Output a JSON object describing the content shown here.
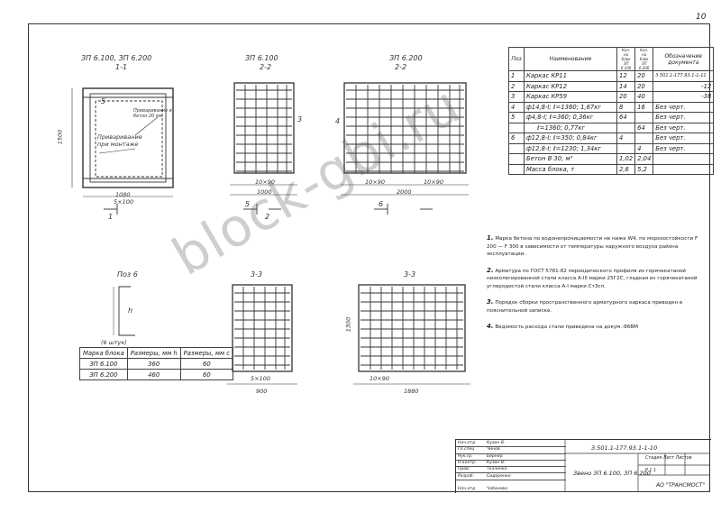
{
  "page_number": "10",
  "views": {
    "v1_title": "ЗП 6.100, ЗП 6.200",
    "v1_section": "1-1",
    "v2_title": "ЗП 6.100",
    "v2_section": "2-2",
    "v3_title": "ЗП 6.200",
    "v3_section": "2-2",
    "v4_section": "3-3",
    "v5_section": "3-3",
    "pos6_label": "Поз 6",
    "pos6_note": "(6 штук)",
    "cut_label_1": "1",
    "cut_label_2": "2",
    "cut_label_5": "5",
    "cut_label_6": "6",
    "callout_3": "3",
    "callout_4": "4",
    "callout_5": "5",
    "callout_h": "h",
    "v1_note": "Приваривание при монтаже",
    "v1_frame_note": "Приваривание в бетон 20 мм",
    "dims": {
      "d_1080": "1080",
      "d_5x100": "5×100",
      "d_1000": "1000",
      "d_10x90": "10×90",
      "d_2000": "2000",
      "d_10x90b": "10×90",
      "d_10x90c": "10×90",
      "d_1500": "1500",
      "d_5x100b": "5×100",
      "d_10x90d": "10×90",
      "d_1880": "1880",
      "d_900": "900",
      "d_1300": "1300"
    }
  },
  "spec_table": {
    "headers": [
      "Поз",
      "Наименование",
      "Кол. на блок ЗП 6.100",
      "Кол. на блок ЗП 6.200",
      "Обозначение документа"
    ],
    "rows": [
      [
        "1",
        "Каркас КР11",
        "12",
        "20",
        "3.501.1-177.93.1-1-11"
      ],
      [
        "2",
        "Каркас КР12",
        "14",
        "20",
        "-12"
      ],
      [
        "3",
        "Каркас КР59",
        "20",
        "40",
        "-38"
      ],
      [
        "4",
        "ф14,8-I; ℓ=1380; 1,67кг",
        "8",
        "16",
        "Без черт."
      ],
      [
        "5",
        "ф4,8-I; ℓ=360; 0,36кг",
        "64",
        "",
        "Без черт."
      ],
      [
        "",
        "ℓ=1360; 0,77кг",
        "",
        "64",
        "Без черт."
      ],
      [
        "6",
        "ф12,8-I; ℓ=350; 0,84кг",
        "4",
        "",
        "Без черт."
      ],
      [
        "",
        "ф12,8-I; ℓ=1230; 1,34кг",
        "",
        "4",
        "Без черт."
      ],
      [
        "",
        "Бетон В 30, м³",
        "1,02",
        "2,04",
        ""
      ],
      [
        "",
        "Масса блока, т",
        "2,6",
        "5,2",
        ""
      ]
    ]
  },
  "notes": [
    {
      "num": "1.",
      "text": "Марка бетона по водонепроницаемости не ниже W4, по морозостойкости F 200 — F 300 в зависимости от температуры наружного воздуха района эксплуатации."
    },
    {
      "num": "2.",
      "text": "Арматура по ГОСТ 5781-82 периодического профиля из горячекатаной низколегированной стали класса А-III марки 25Г2С, гладкая из горячекатаной углеродистой стали класса А-I марки Ст3сп."
    },
    {
      "num": "3.",
      "text": "Порядок сборки пространственного арматурного каркаса приведен в пояснительной записке."
    },
    {
      "num": "4.",
      "text": "Ведомость расхода стали приведена на докум.-86ВМ"
    }
  ],
  "mini_table": {
    "headers": [
      "Марка блока",
      "Размеры, мм h",
      "Размеры, мм с"
    ],
    "rows": [
      [
        "ЗП 6.100",
        "360",
        "60"
      ],
      [
        "ЗП 6.200",
        "460",
        "60"
      ]
    ]
  },
  "title_block": {
    "code": "3.501.1-177.93.1-1-10",
    "description": "Звено ЗП 6.100, ЗП 6.200",
    "stage_label": "Стадия  Лист  Листов",
    "stage_value": "Р    1    1",
    "org": "АО \"ТРАНСМОСТ\"",
    "people": [
      [
        "Нач.отд",
        "Кузин В."
      ],
      [
        "Гл.спец",
        "Чинов"
      ],
      [
        "Рук.гр.",
        "Бёрнер"
      ],
      [
        "Н.контр.",
        "Кузин В."
      ],
      [
        "Пров.",
        "Ткаченко"
      ],
      [
        "Разраб.",
        "Сидоренко"
      ],
      [
        "Нач.отд",
        "Чабанова"
      ]
    ]
  },
  "watermark": "block-gbi.ru"
}
